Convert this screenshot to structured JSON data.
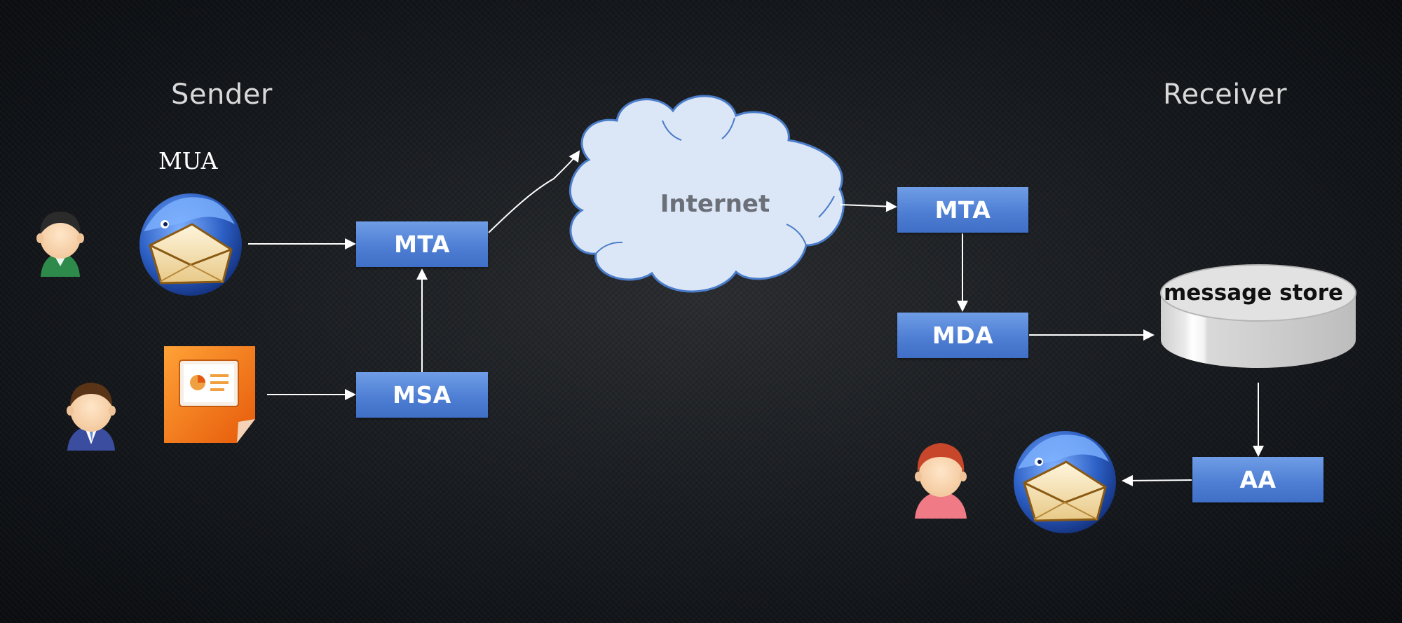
{
  "labels": {
    "sender": "Sender",
    "receiver": "Receiver",
    "mua": "MUA",
    "internet": "Internet",
    "message_store": "message store"
  },
  "nodes": {
    "mta_sender": "MTA",
    "msa": "MSA",
    "mta_receiver": "MTA",
    "mda": "MDA",
    "aa": "AA"
  },
  "icons": [
    "person-green-icon",
    "person-blue-suit-icon",
    "person-red-hair-icon",
    "thunderbird-mail-client-icon",
    "presentation-document-icon",
    "cloud-icon",
    "database-cylinder-icon"
  ],
  "colors": {
    "background": "#15181c",
    "node_fill": "#4f7fd4",
    "cloud_fill": "#dbe6f6",
    "cloud_stroke": "#4a7cc9",
    "arrow": "#ffffff"
  }
}
